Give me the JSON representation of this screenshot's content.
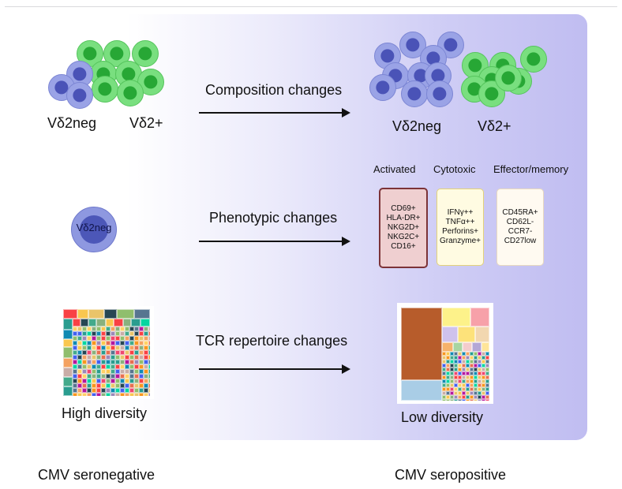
{
  "composition": {
    "label": "Composition changes",
    "left_neg": "Vδ2neg",
    "left_pos": "Vδ2+",
    "right_neg": "Vδ2neg",
    "right_pos": "Vδ2+"
  },
  "phenotypic": {
    "label": "Phenotypic changes",
    "cell_text": "Vδ2neg",
    "headers": [
      "Activated",
      "Cytotoxic",
      "Effector/memory"
    ],
    "activated_lines": [
      "CD69+",
      "HLA-DR+",
      "NKG2D+",
      "NKG2C+",
      "CD16+"
    ],
    "cytotoxic_lines": [
      "IFNγ++",
      "TNFα++",
      "Perforins+",
      "Granzyme+"
    ],
    "effector_lines": [
      "CD45RA+",
      "CD62L-",
      "CCR7-",
      "CD27low"
    ]
  },
  "tcr": {
    "label": "TCR repertoire changes",
    "left": "High diversity",
    "right": "Low diversity"
  },
  "footer": {
    "left": "CMV seronegative",
    "right": "CMV seropositive"
  },
  "colors": {
    "green_cell": "#79df7f",
    "green_nucleus": "#27a735",
    "blue_cell": "#9aa3e6",
    "blue_nucleus": "#4a53b7",
    "activated_border": "#7c3338",
    "dominant_clone": "#b75c2b",
    "second_clone": "#a9cde6"
  }
}
